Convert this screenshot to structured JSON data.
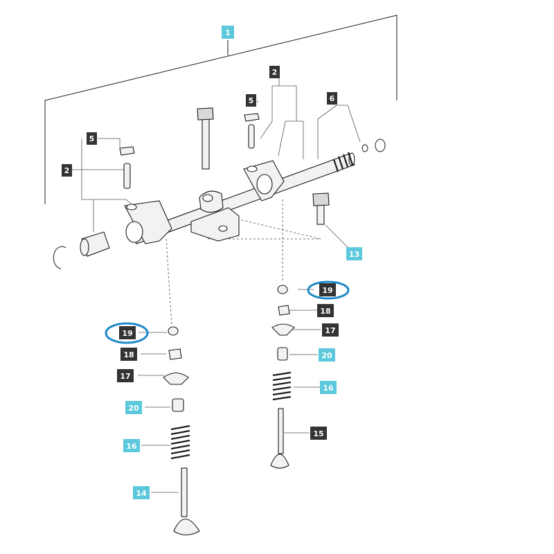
{
  "callouts": [
    {
      "id": "c1",
      "text": "1",
      "style": "light"
    },
    {
      "id": "c2a",
      "text": "2",
      "style": "dark"
    },
    {
      "id": "c2b",
      "text": "2",
      "style": "dark"
    },
    {
      "id": "c5a",
      "text": "5",
      "style": "dark"
    },
    {
      "id": "c5b",
      "text": "5",
      "style": "dark"
    },
    {
      "id": "c6",
      "text": "6",
      "style": "dark"
    },
    {
      "id": "c13",
      "text": "13",
      "style": "light"
    },
    {
      "id": "c19r",
      "text": "19",
      "style": "dark",
      "highlighted": true
    },
    {
      "id": "c19l",
      "text": "19",
      "style": "dark",
      "highlighted": true
    },
    {
      "id": "c18r",
      "text": "18",
      "style": "dark"
    },
    {
      "id": "c18l",
      "text": "18",
      "style": "dark"
    },
    {
      "id": "c17r",
      "text": "17",
      "style": "dark"
    },
    {
      "id": "c17l",
      "text": "17",
      "style": "dark"
    },
    {
      "id": "c20r",
      "text": "20",
      "style": "light"
    },
    {
      "id": "c20l",
      "text": "20",
      "style": "light"
    },
    {
      "id": "c16r",
      "text": "16",
      "style": "light"
    },
    {
      "id": "c16l",
      "text": "16",
      "style": "light"
    },
    {
      "id": "c15",
      "text": "15",
      "style": "dark"
    },
    {
      "id": "c14",
      "text": "14",
      "style": "light"
    }
  ],
  "colors": {
    "dark_label_bg": "#333333",
    "dark_label_text": "#ffffff",
    "light_label_bg": "#5bc8dc",
    "light_label_text": "#ffffff",
    "highlight_ring": "#1e88c9",
    "line": "#1a1a1a"
  }
}
